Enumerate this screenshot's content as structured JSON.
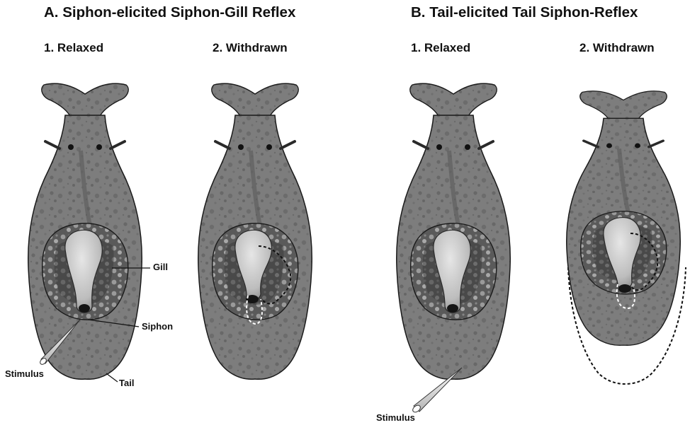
{
  "panels": [
    {
      "title": "A. Siphon-elicited Siphon-Gill Reflex",
      "states": [
        {
          "label": "1. Relaxed"
        },
        {
          "label": "2. Withdrawn"
        }
      ]
    },
    {
      "title": "B. Tail-elicited Tail Siphon-Reflex",
      "states": [
        {
          "label": "1. Relaxed"
        },
        {
          "label": "2. Withdrawn"
        }
      ]
    }
  ],
  "annotations": {
    "gill": "Gill",
    "siphon": "Siphon",
    "tail": "Tail",
    "stimulus_a": "Stimulus",
    "stimulus_b": "Stimulus"
  },
  "colors": {
    "body": "#7d7d7d",
    "body_dark": "#565656",
    "mantle": "#4a4a4a",
    "gill": "#bdbdbd",
    "spot": "#6a6a6a",
    "outline": "#1a1a1a"
  }
}
